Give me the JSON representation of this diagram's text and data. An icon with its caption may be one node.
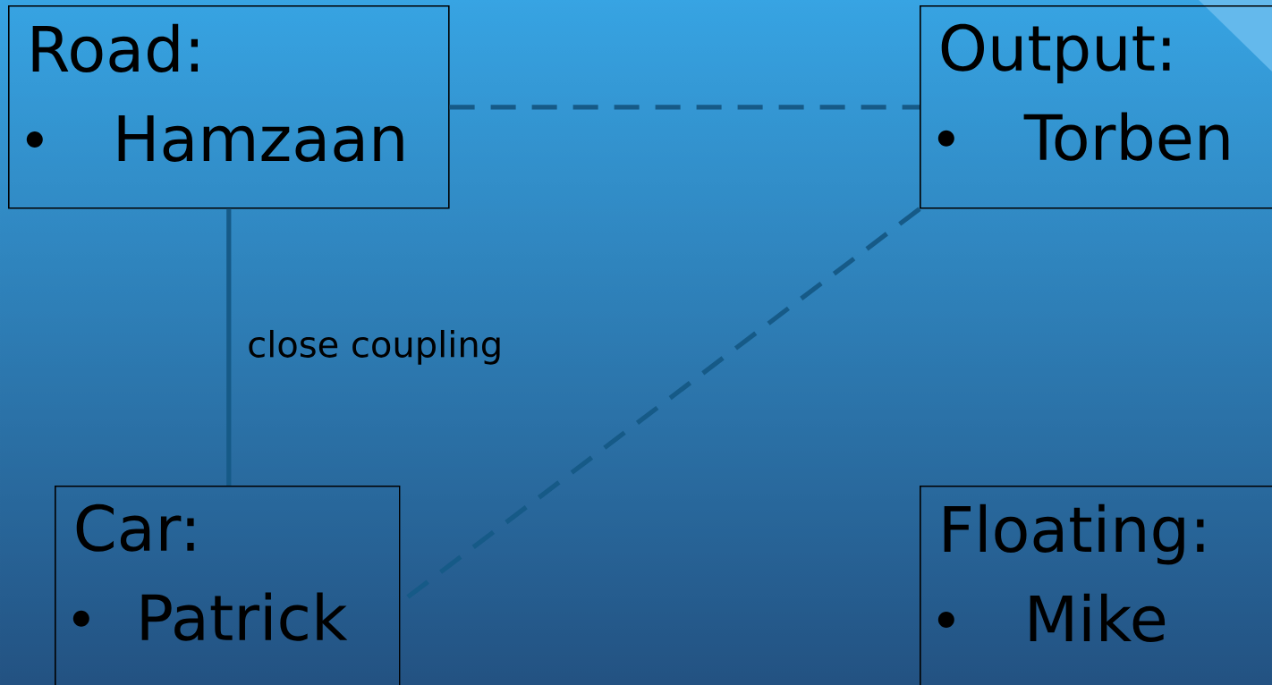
{
  "diagram": {
    "nodes": [
      {
        "text": [
          "Road:",
          "Hamzaan"
        ]
      },
      {
        "text": [
          "Output:",
          "Torben"
        ]
      },
      {
        "text": [
          "Car:",
          "Patrick"
        ]
      },
      {
        "text": [
          "Floating:",
          "Mike"
        ]
      }
    ],
    "edges": [
      {
        "from": 0,
        "to": 1,
        "arrow": "none",
        "style": "dashed"
      },
      {
        "from": 0,
        "to": 2,
        "arrow": "none",
        "label": "close coupling"
      },
      {
        "from": 1,
        "to": 2,
        "arrow": "none",
        "style": "dashed"
      }
    ]
  }
}
